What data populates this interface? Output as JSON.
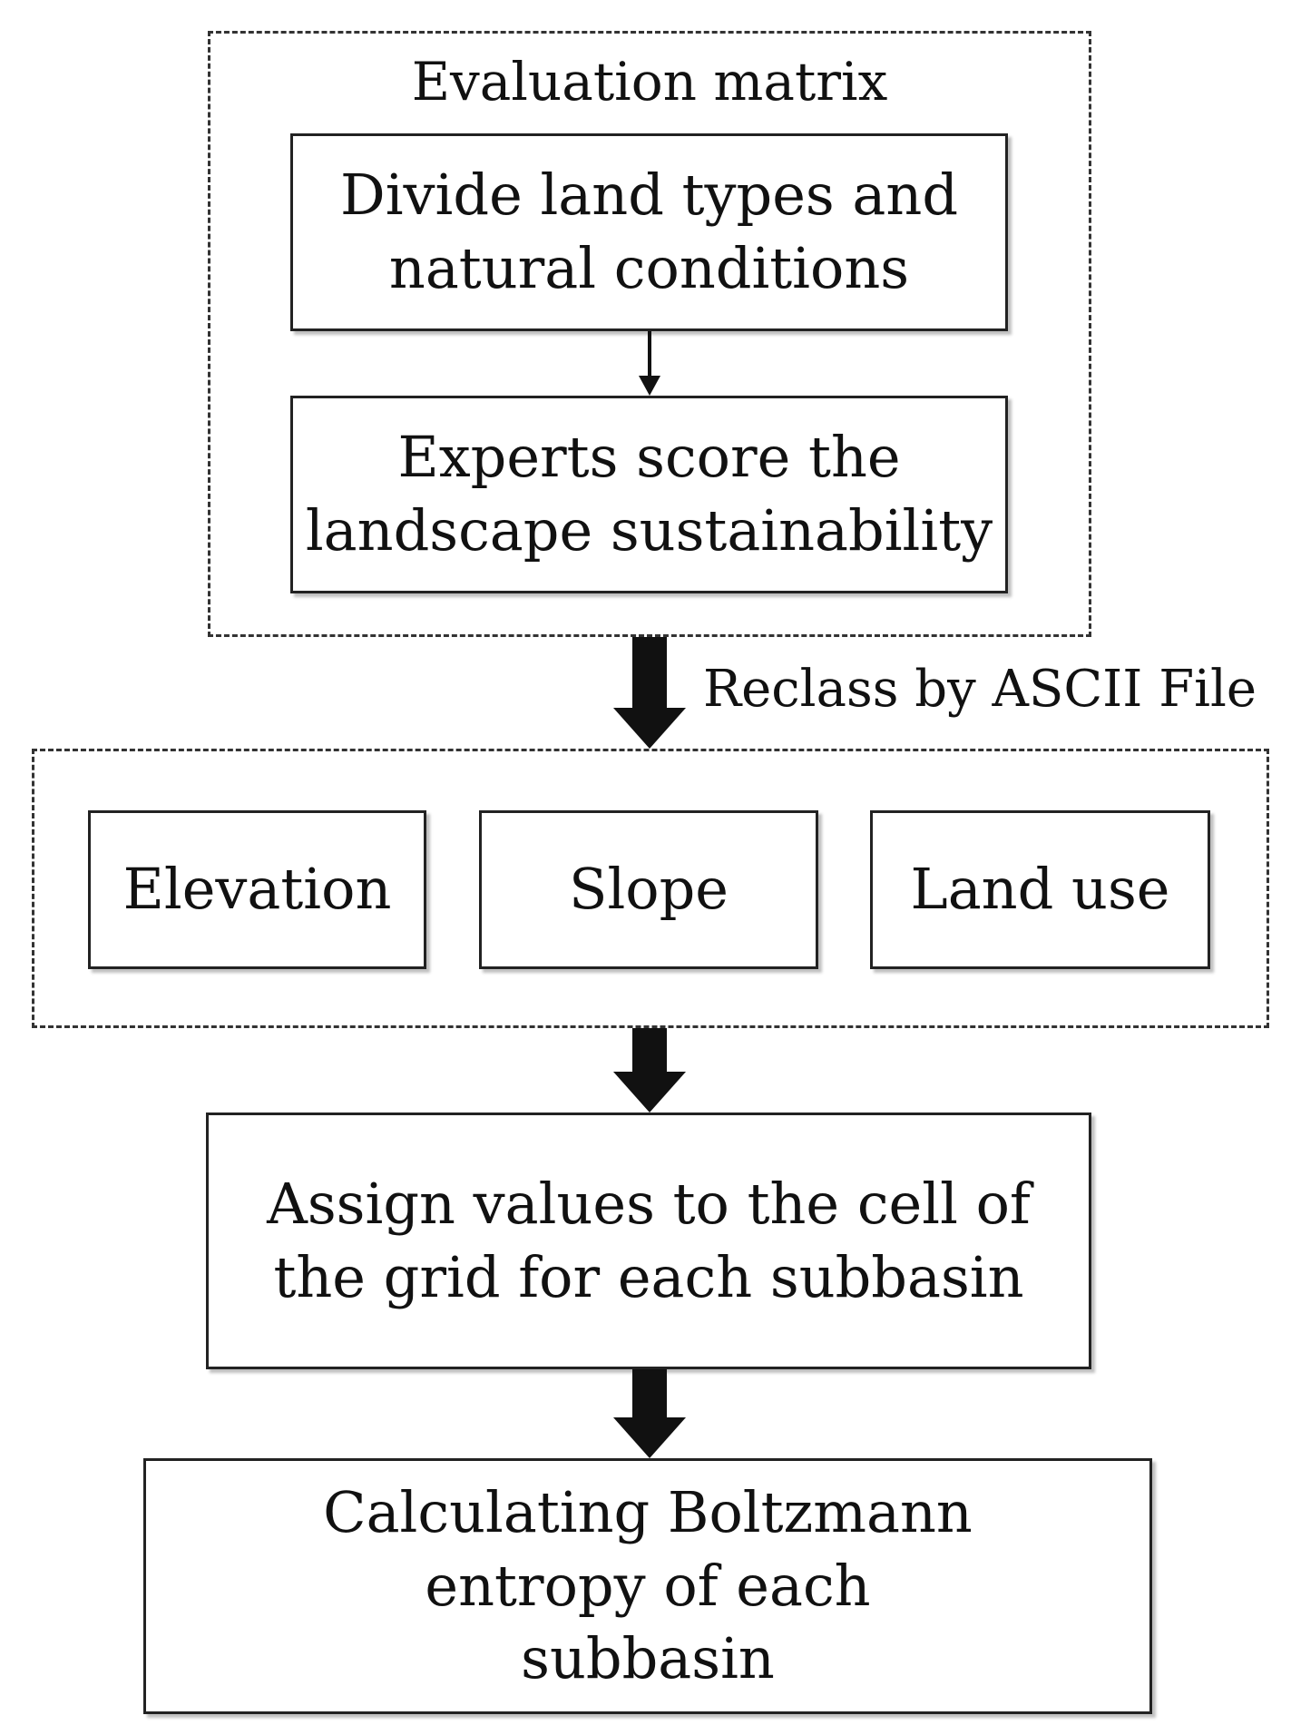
{
  "evaluation_group": {
    "title": "Evaluation matrix",
    "step1": "Divide land types and natural conditions",
    "step2": "Experts score the landscape sustainability"
  },
  "reclass_label": "Reclass by ASCII File",
  "factors": {
    "elevation": "Elevation",
    "slope": "Slope",
    "land_use": "Land use"
  },
  "assign_step": "Assign values to the cell of the grid for each subbasin",
  "entropy_step": "Calculating Boltzmann entropy of each subbasin"
}
